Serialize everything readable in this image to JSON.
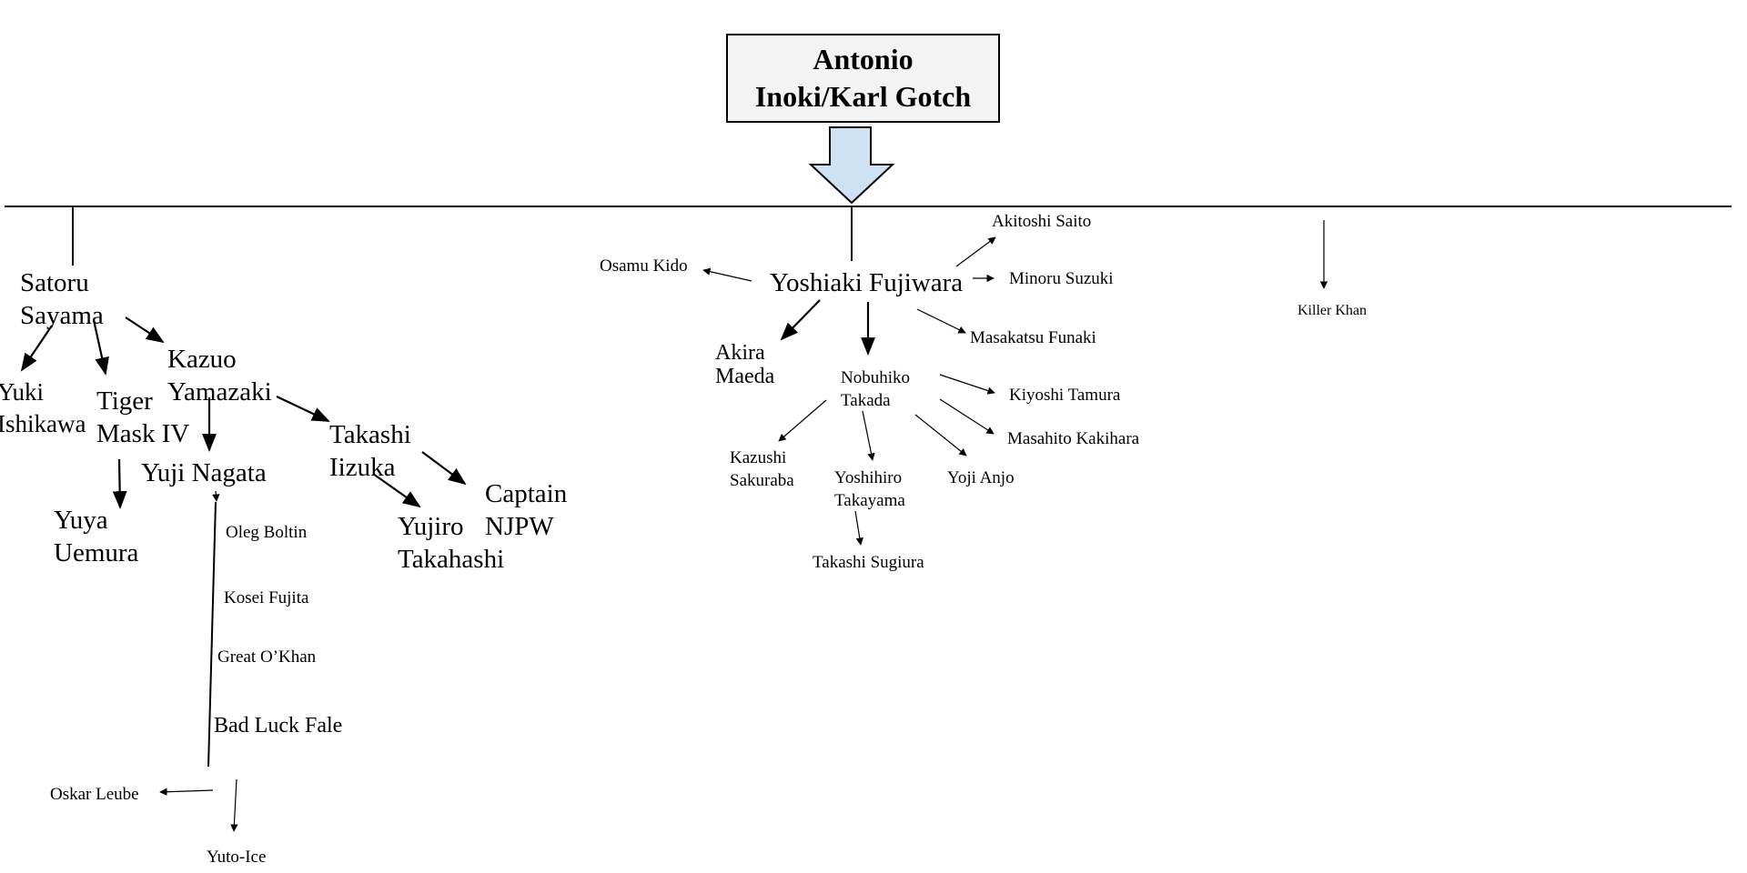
{
  "root": {
    "line1": "Antonio",
    "line2": "Inoki/Karl Gotch",
    "box_fill": "#f3f3f3",
    "arrow_fill": "#cfe2f3"
  },
  "branches": {
    "sayama": {
      "name": [
        "Satoru",
        "Sayama"
      ],
      "students": {
        "ishikawa": [
          "Yuki",
          "Ishikawa"
        ],
        "tiger_mask": [
          "Tiger",
          "Mask IV"
        ],
        "yamazaki": [
          "Kazuo",
          "Yamazaki"
        ],
        "uemura": [
          "Yuya",
          "Uemura"
        ],
        "nagata": "Yuji Nagata",
        "iizuka": [
          "Takashi",
          "Iizuka"
        ],
        "takahashi": [
          "Yujiro",
          "Takahashi"
        ],
        "captain": [
          "Captain",
          "NJPW"
        ],
        "nagata_students": [
          "Oleg Boltin",
          "Kosei Fujita",
          "Great O’Khan",
          "Bad Luck Fale",
          "Oskar Leube",
          "Yuto-Ice"
        ]
      }
    },
    "fujiwara": {
      "name": "Yoshiaki Fujiwara",
      "students": {
        "kido": "Osamu Kido",
        "saito": "Akitoshi Saito",
        "suzuki": "Minoru Suzuki",
        "funaki": "Masakatsu Funaki",
        "maeda": [
          "Akira",
          "Maeda"
        ],
        "takada": [
          "Nobuhiko",
          "Takada"
        ],
        "tamura": "Kiyoshi Tamura",
        "kakihara": "Masahito Kakihara",
        "sakuraba": [
          "Kazushi",
          "Sakuraba"
        ],
        "takayama": [
          "Yoshihiro",
          "Takayama"
        ],
        "anjo": "Yoji Anjo",
        "sugiura": "Takashi Sugiura"
      }
    },
    "khan": {
      "name": "Killer Khan"
    }
  }
}
